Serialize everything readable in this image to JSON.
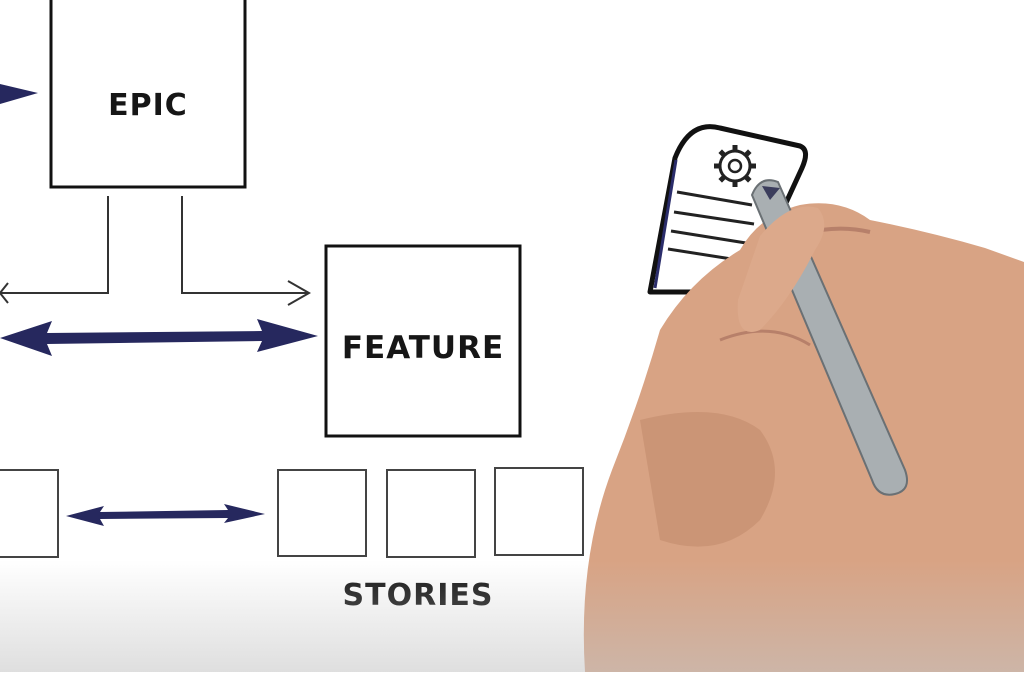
{
  "diagram": {
    "epic_label": "EPIC",
    "feature_label": "FEATURE",
    "stories_label": "STORIES"
  },
  "colors": {
    "arrow": "#26285e",
    "ink": "#161616",
    "skin": "#d8a384",
    "marker": "#a9afb2"
  },
  "icons": [
    "gear-icon",
    "document-icon",
    "marker-icon"
  ]
}
